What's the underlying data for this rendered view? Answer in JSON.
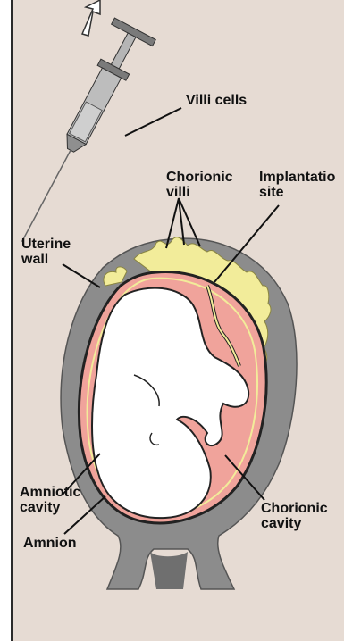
{
  "labels": {
    "villi_cells": "Villi cells",
    "chorionic_villi": "Chorionic\nvilli",
    "implantation_site": "Implantatio\nsite",
    "uterine_wall": "Uterine\nwall",
    "amniotic_cavity": "Amniotic\ncavity",
    "amnion": "Amnion",
    "chorionic_cavity": "Chorionic\ncavity"
  },
  "colors": {
    "background": "#e6dbd3",
    "uterine_wall": "#8c8c8c",
    "chorionic_villi": "#f2ec9a",
    "chorionic_cavity": "#f0a39b",
    "fetus": "#ffffff",
    "syringe": "#9e9e9e"
  },
  "icons": [
    "arrow-up-icon",
    "syringe-icon"
  ]
}
